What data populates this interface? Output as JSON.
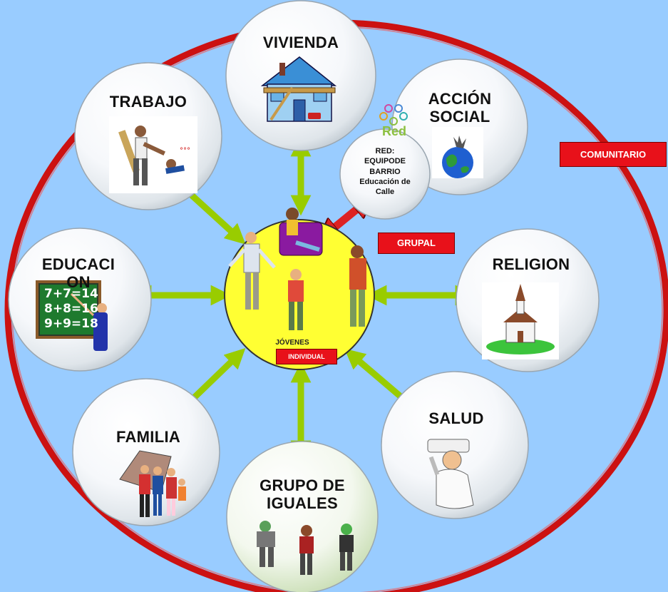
{
  "center": {
    "label": "JÓVENES",
    "tag": "INDIVIDUAL"
  },
  "levels": {
    "group_tag": "GRUPAL",
    "community_tag": "COMUNITARIO"
  },
  "nodes": {
    "vivienda": "VIVIENDA",
    "trabajo": "TRABAJO",
    "accion_social": "ACCIÓN SOCIAL",
    "religion": "RELIGION",
    "educacion": "EDUCACI ON",
    "salud": "SALUD",
    "familia": "FAMILIA",
    "grupo_iguales": "GRUPO DE IGUALES"
  },
  "red": {
    "logo_text": "Red",
    "note": "RED: EQUIPODE BARRIO Educación de Calle"
  },
  "chalkboard": [
    "7+7=14",
    "8+8=16",
    "9+9=18"
  ],
  "colors": {
    "background": "#99ccff",
    "outer_ring": "#cc1111",
    "arrow": "#99cc00",
    "red_arrow": "#dd2222",
    "center_fill": "#ffff33",
    "tag_fill": "#e8111a"
  }
}
